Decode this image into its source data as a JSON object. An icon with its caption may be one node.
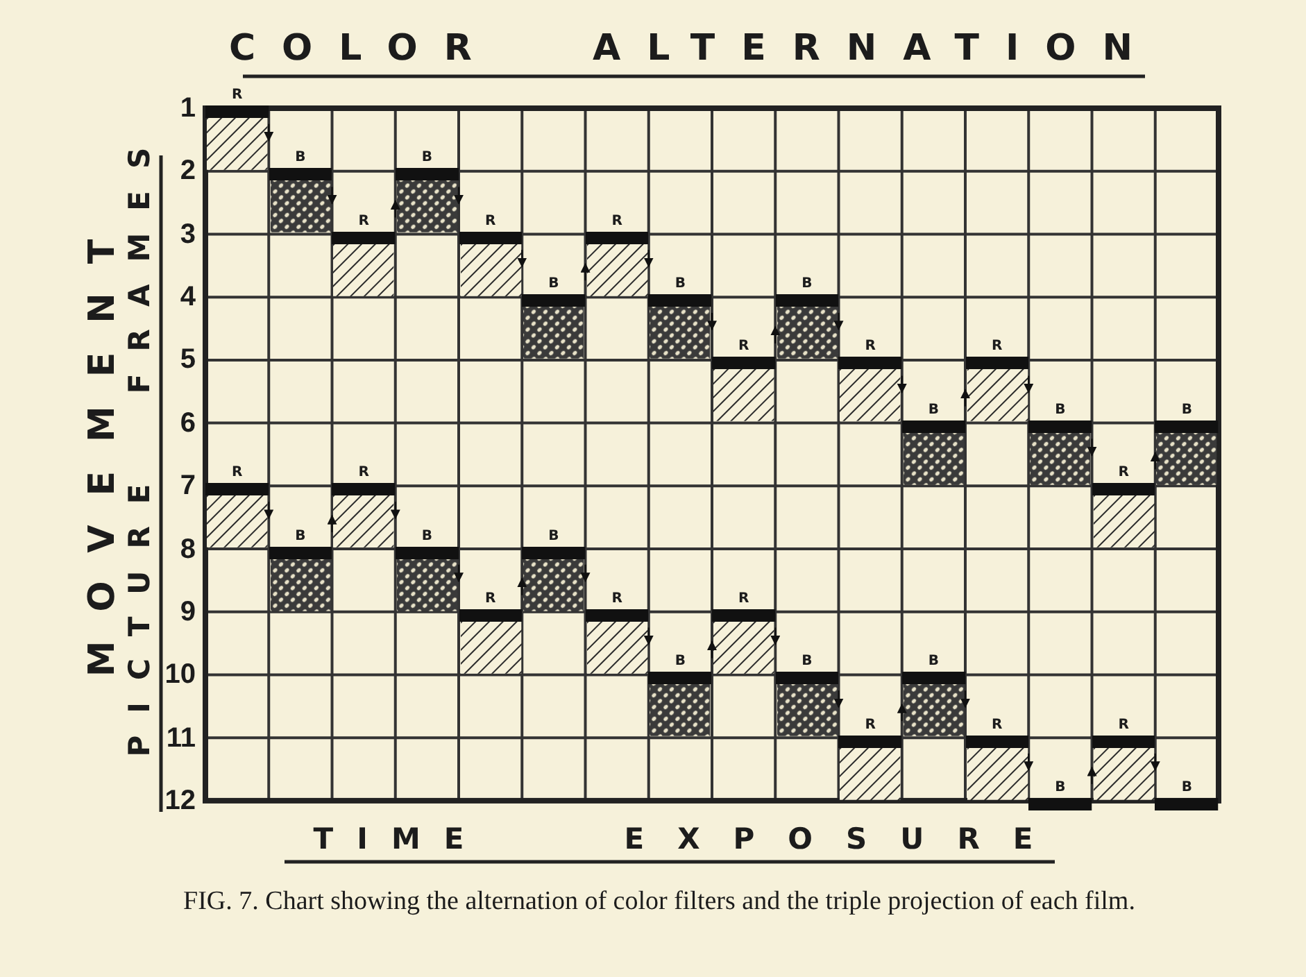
{
  "diagram": {
    "title": "COLOR ALTERNATION",
    "caption": "FIG. 7. Chart showing the alternation of color filters and the triple projection of each film.",
    "nodes": [
      {
        "text": [
          "R"
        ]
      },
      {
        "text": [
          "B"
        ]
      },
      {
        "text": [
          "R"
        ]
      },
      {
        "text": [
          "B"
        ]
      },
      {
        "text": [
          "R"
        ]
      },
      {
        "text": [
          "B"
        ]
      },
      {
        "text": [
          "R"
        ]
      },
      {
        "text": [
          "B"
        ]
      },
      {
        "text": [
          "R"
        ]
      },
      {
        "text": [
          "B"
        ]
      },
      {
        "text": [
          "R"
        ]
      },
      {
        "text": [
          "B"
        ]
      },
      {
        "text": [
          "R"
        ]
      },
      {
        "text": [
          "B"
        ]
      },
      {
        "text": [
          "R"
        ]
      },
      {
        "text": [
          "B"
        ]
      },
      {
        "text": [
          "R"
        ]
      },
      {
        "text": [
          "B"
        ]
      },
      {
        "text": [
          "R"
        ]
      },
      {
        "text": [
          "B"
        ]
      },
      {
        "text": [
          "R"
        ]
      },
      {
        "text": [
          "B"
        ]
      },
      {
        "text": [
          "R"
        ]
      },
      {
        "text": [
          "B"
        ]
      },
      {
        "text": [
          "R"
        ]
      },
      {
        "text": [
          "B"
        ]
      },
      {
        "text": [
          "R"
        ]
      },
      {
        "text": [
          "B"
        ]
      },
      {
        "text": [
          "R"
        ]
      },
      {
        "text": [
          "B"
        ]
      },
      {
        "text": [
          "R"
        ]
      },
      {
        "text": [
          "B"
        ]
      }
    ],
    "edges": [
      {
        "from": 0,
        "to": 1,
        "arrow": "to"
      },
      {
        "from": 1,
        "to": 2,
        "arrow": "to"
      },
      {
        "from": 2,
        "to": 3,
        "arrow": "to"
      },
      {
        "from": 3,
        "to": 4,
        "arrow": "to"
      },
      {
        "from": 4,
        "to": 5,
        "arrow": "to"
      },
      {
        "from": 5,
        "to": 6,
        "arrow": "to"
      },
      {
        "from": 6,
        "to": 7,
        "arrow": "to"
      },
      {
        "from": 7,
        "to": 8,
        "arrow": "to"
      },
      {
        "from": 8,
        "to": 9,
        "arrow": "to"
      },
      {
        "from": 9,
        "to": 10,
        "arrow": "to"
      },
      {
        "from": 10,
        "to": 11,
        "arrow": "to"
      },
      {
        "from": 11,
        "to": 12,
        "arrow": "to"
      },
      {
        "from": 12,
        "to": 13,
        "arrow": "to"
      },
      {
        "from": 13,
        "to": 14,
        "arrow": "to"
      },
      {
        "from": 14,
        "to": 15,
        "arrow": "to"
      },
      {
        "from": 16,
        "to": 17,
        "arrow": "to"
      },
      {
        "from": 17,
        "to": 18,
        "arrow": "to"
      },
      {
        "from": 18,
        "to": 19,
        "arrow": "to"
      },
      {
        "from": 19,
        "to": 20,
        "arrow": "to"
      },
      {
        "from": 20,
        "to": 21,
        "arrow": "to"
      },
      {
        "from": 21,
        "to": 22,
        "arrow": "to"
      },
      {
        "from": 22,
        "to": 23,
        "arrow": "to"
      },
      {
        "from": 23,
        "to": 24,
        "arrow": "to"
      },
      {
        "from": 24,
        "to": 25,
        "arrow": "to"
      },
      {
        "from": 25,
        "to": 26,
        "arrow": "to"
      },
      {
        "from": 26,
        "to": 27,
        "arrow": "to"
      },
      {
        "from": 27,
        "to": 28,
        "arrow": "to"
      },
      {
        "from": 28,
        "to": 29,
        "arrow": "to"
      },
      {
        "from": 29,
        "to": 30,
        "arrow": "to"
      },
      {
        "from": 30,
        "to": 31,
        "arrow": "to"
      }
    ],
    "labels": [
      "1",
      "2",
      "3",
      "4",
      "5",
      "6",
      "7",
      "8",
      "9",
      "10",
      "11",
      "12",
      "MOVEMENT",
      "PICTURE",
      "FRAMES",
      "TIME",
      "EXPOSURE"
    ]
  }
}
